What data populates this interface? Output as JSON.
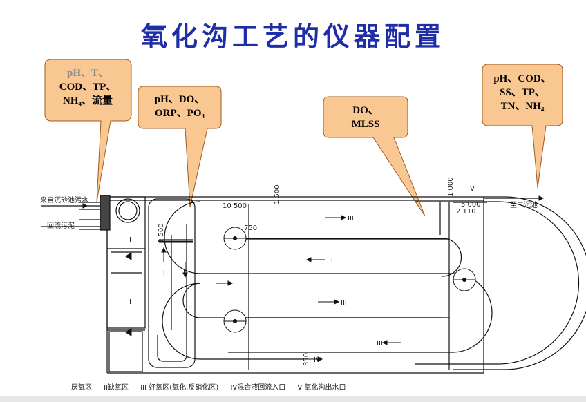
{
  "title": "氧化沟工艺的仪器配置",
  "callouts": [
    {
      "lines": [
        "pH、T、",
        "COD、TP、",
        "NH₄、流量"
      ]
    },
    {
      "lines": [
        "pH、DO、",
        "ORP、PO₄"
      ]
    },
    {
      "lines": [
        "DO、",
        "MLSS"
      ]
    },
    {
      "lines": [
        "pH、COD、",
        "SS、TP、",
        "TN、NH₄"
      ]
    }
  ],
  "labels": {
    "inlet": "来自沉砂池污水",
    "return_sludge": "回流污泥",
    "to_clarifier": "至二沉池",
    "dim_10500": "10 500",
    "dim_1500_top": "1 500",
    "dim_1000": "1 000",
    "dim_750": "750",
    "dim_1500_left": "1 500",
    "dim_5000": "5 000",
    "dim_2110": "2 110",
    "dim_350": "350",
    "roman_I": "I",
    "roman_II": "II",
    "roman_III": "III",
    "roman_IV": "IV",
    "roman_V": "V"
  },
  "caption": [
    "I厌氧区",
    "II缺氧区",
    "III 好氧区(氧化,反硝化区)",
    "IV混合液回流入口",
    "V 氧化沟出水口"
  ],
  "colors": {
    "title": "#1f2ea8",
    "callout_fill": "#f9c792",
    "callout_stroke": "#a05a20",
    "gray_text": "#8a8a8a"
  }
}
